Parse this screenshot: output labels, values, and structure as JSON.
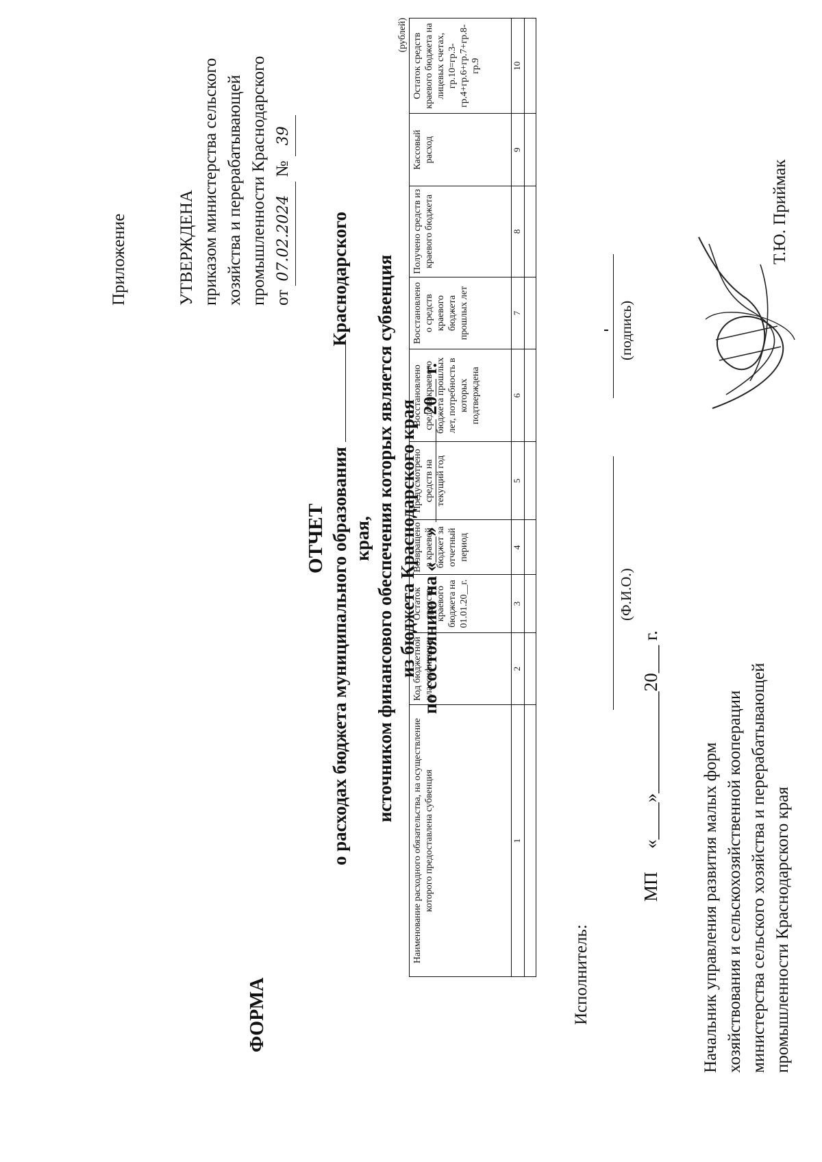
{
  "header": {
    "appendix": "Приложение",
    "approved": "УТВЕРЖДЕНА",
    "approved_by_line1": "приказом министерства сельского",
    "approved_by_line2": "хозяйства и перерабатывающей",
    "approved_by_line3": "промышленности Краснодарского",
    "from_label": "от",
    "date_handwritten": "07.02.2024",
    "number_label": "№",
    "number_handwritten": "39"
  },
  "form_label": "ФОРМА",
  "title": {
    "line0": "ОТЧЕТ",
    "line1_start": "о расходах бюджета муниципального образования",
    "line1_end": "Краснодарского края,",
    "line2": "источником финансового обеспечения которых является субвенция",
    "line3": "из бюджета Краснодарского края",
    "line4_prefix": "по состоянию на «",
    "line4_mid": "»",
    "line4_year": "20",
    "line4_suffix": "г."
  },
  "table": {
    "units": "(рублей)",
    "headers": [
      "Наименование расходного обязательства, на осуществление которого предоставлена субвенция",
      "Код бюджетной классификации",
      "Остаток средств краевого бюджета на 01.01.20__г.",
      "Возвращено в краевой бюджет за отчетный период",
      "Предусмотрено средств на текущий год",
      "Восстановлено средств краевого бюджета прошлых лет, потребность в которых подтверждена",
      "Восстановлено о средств краевого бюджета прошлых лет",
      "Получено средств из краевого бюджета",
      "Кассовый расход",
      "Остаток средств краевого бюджета на лицевых счетах, гр.10=гр.3-гр.4+гр.6+гр.7+гр.8-гр.9"
    ],
    "column_numbers": [
      "1",
      "2",
      "3",
      "4",
      "5",
      "6",
      "7",
      "8",
      "9",
      "10"
    ]
  },
  "footer": {
    "executor": "Исполнитель:",
    "fio_label": "(Ф.И.О.)",
    "signature_label": "(подпись)",
    "mp_line": "МП     «____»___________20___ г.",
    "head_line1": "Начальник управления развития малых форм",
    "head_line2": "хозяйствования и сельскохозяйственной кооперации",
    "head_line3": "министерства сельского хозяйства и перерабатывающей",
    "head_line4": "промышленности Краснодарского края",
    "head_name": "Т.Ю. Приймак"
  }
}
